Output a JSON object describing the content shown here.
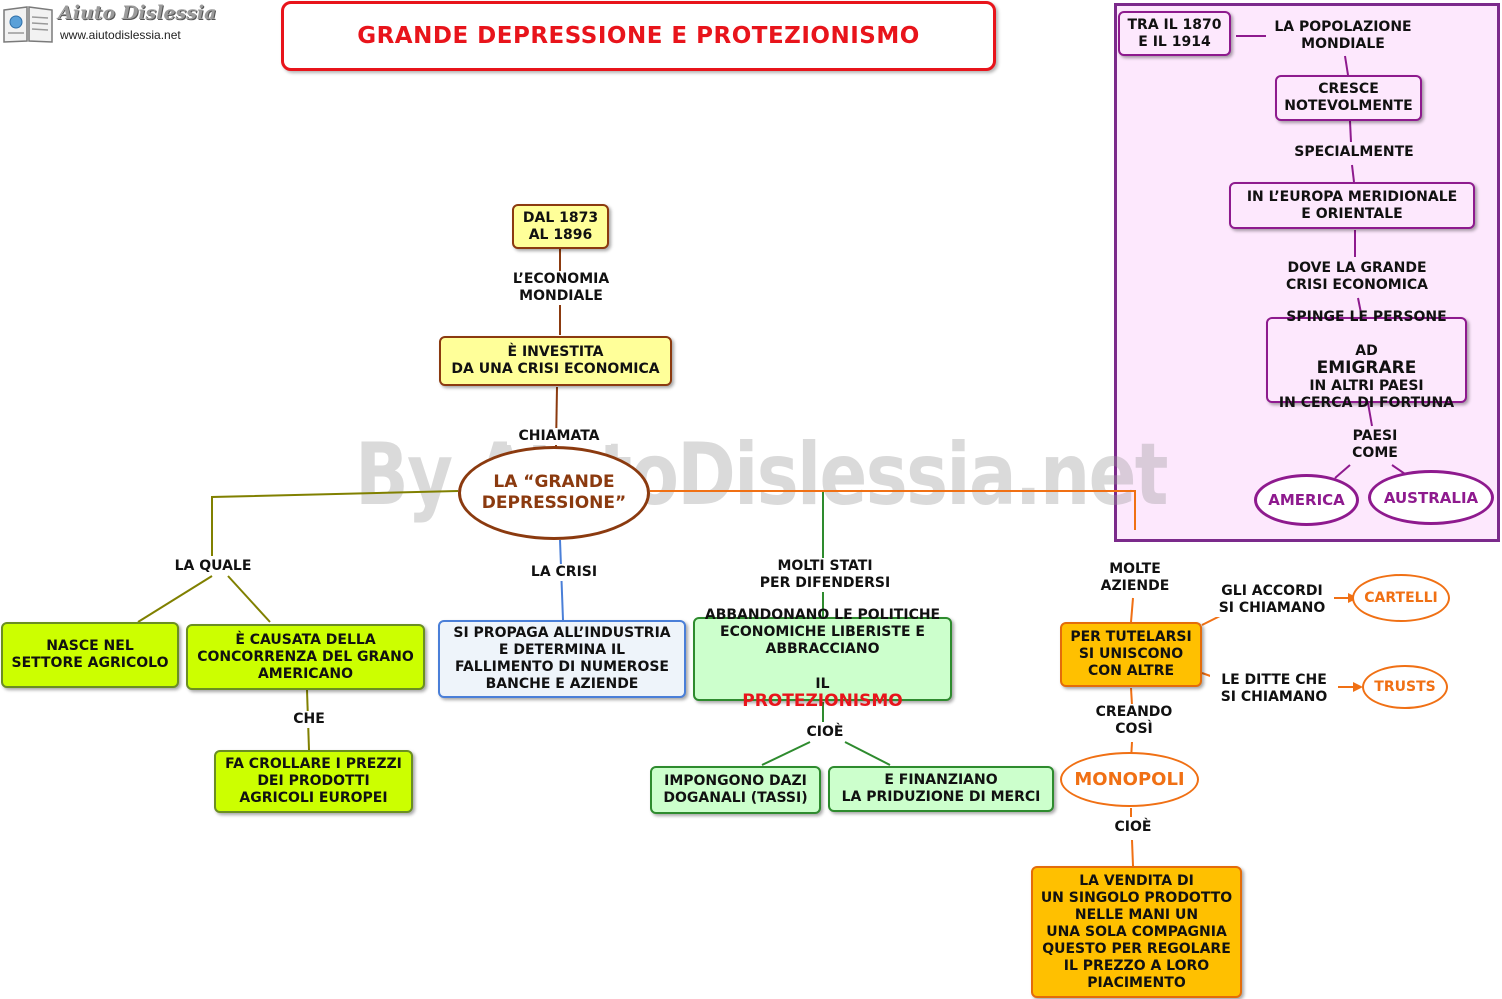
{
  "header": {
    "logo_name": "Aiuto Dislessia",
    "logo_url": "www.aiutodislessia.net",
    "title": "GRANDE DEPRESSIONE E PROTEZIONISMO"
  },
  "watermark": "By AiutoDislessia.net",
  "colors": {
    "title_red": "#e8141b",
    "brown": "#8b3a0f",
    "olive": "#808000",
    "blue": "#4a7fd8",
    "green": "#2e8b2e",
    "orange": "#f07014",
    "purple": "#8e1a8e"
  },
  "nodes": {
    "dates": "DAL 1873\nAL 1896",
    "investita": "È INVESTITA\nDA UNA CRISI ECONOMICA",
    "grande_depressione": "LA “GRANDE\nDEPRESSIONE”",
    "nasce": "NASCE NEL\nSETTORE AGRICOLO",
    "causata": "È CAUSATA DELLA\nCONCORRENZA DEL GRANO\nAMERICANO",
    "crollare": "FA CROLLARE I PREZZI\nDEI PRODOTTI\nAGRICOLI EUROPEI",
    "propaga": "SI PROPAGA ALL’INDUSTRIA\nE DETERMINA IL\nFALLIMENTO DI NUMEROSE\nBANCHE E AZIENDE",
    "abbandonano": "ABBANDONANO LE POLITICHE\nECONOMICHE LIBERISTE E\nABBRACCIANO",
    "abbandonano_il": "IL",
    "abbandonano_key": "PROTEZIONISMO",
    "dazi": "IMPONGONO DAZI\nDOGANALI (TASSI)",
    "finanziano": "E FINANZIANO\nLA PRIDUZIONE DI MERCI",
    "tutelarsi": "PER TUTELARSI\nSI UNISCONO\nCON ALTRE",
    "monopoli": "MONOPOLI",
    "cartelli": "CARTELLI",
    "trusts": "TRUSTS",
    "vendita": "LA VENDITA DI\nUN SINGOLO PRODOTTO\nNELLE MANI UN\nUNA SOLA COMPAGNIA\nQUESTO PER REGOLARE\nIL PREZZO A LORO\nPIACIMENTO",
    "tra": "TRA IL 1870\nE IL 1914",
    "cresce": "CRESCE\nNOTEVOLMENTE",
    "europa": "IN L’EUROPA MERIDIONALE\nE ORIENTALE",
    "spinge_1": "SPINGE LE PERSONE",
    "spinge_2a": "AD",
    "spinge_2b": "EMIGRARE",
    "spinge_3": "IN ALTRI PAESI\nIN CERCA DI FORTUNA",
    "america": "AMERICA",
    "australia": "AUSTRALIA"
  },
  "labels": {
    "economia": "L’ECONOMIA\nMONDIALE",
    "chiamata": "CHIAMATA",
    "la_quale": "LA QUALE",
    "che": "CHE",
    "la_crisi": "LA CRISI",
    "molti_stati": "MOLTI STATI\nPER DIFENDERSI",
    "cioe_green": "CIOÈ",
    "molte_aziende": "MOLTE\nAZIENDE",
    "accordi": "GLI ACCORDI\nSI CHIAMANO",
    "ditte": "LE DITTE CHE\nSI CHIAMANO",
    "creando": "CREANDO\nCOSÌ",
    "cioe_orange": "CIOÈ",
    "popolazione": "LA POPOLAZIONE\nMONDIALE",
    "specialmente": "SPECIALMENTE",
    "dove": "DOVE LA GRANDE\nCRISI ECONOMICA",
    "paesi": "PAESI\nCOME"
  }
}
